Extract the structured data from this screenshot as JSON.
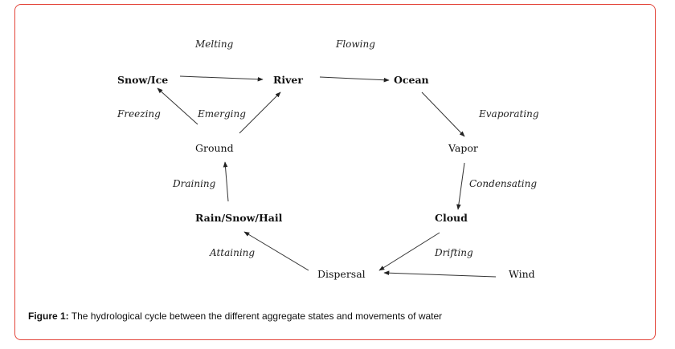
{
  "nodes": {
    "snow_ice": "Snow/Ice",
    "river": "River",
    "ocean": "Ocean",
    "vapor": "Vapor",
    "cloud": "Cloud",
    "wind": "Wind",
    "dispersal": "Dispersal",
    "rain_snow_hail": "Rain/Snow/Hail",
    "ground": "Ground"
  },
  "processes": {
    "melting": "Melting",
    "flowing": "Flowing",
    "evaporating": "Evaporating",
    "condensating": "Condensating",
    "drifting": "Drifting",
    "attaining": "Attaining",
    "draining": "Draining",
    "freezing": "Freezing",
    "emerging": "Emerging"
  },
  "caption": {
    "label": "Figure 1:",
    "text": " The hydrological cycle between the different aggregate states and movements of water"
  },
  "colors": {
    "frame_border": "#e3453a",
    "arrow": "#333333"
  }
}
